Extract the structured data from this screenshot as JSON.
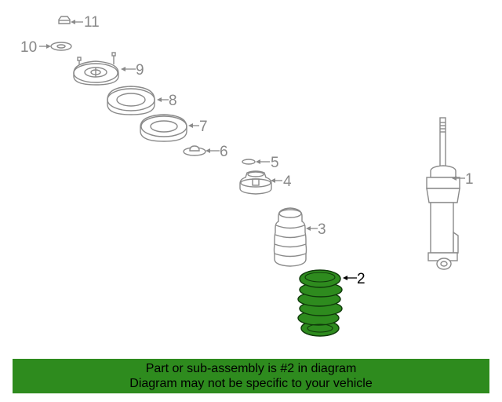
{
  "diagram": {
    "callouts": [
      {
        "id": "1",
        "label": "1"
      },
      {
        "id": "2",
        "label": "2"
      },
      {
        "id": "3",
        "label": "3"
      },
      {
        "id": "4",
        "label": "4"
      },
      {
        "id": "5",
        "label": "5"
      },
      {
        "id": "6",
        "label": "6"
      },
      {
        "id": "7",
        "label": "7"
      },
      {
        "id": "8",
        "label": "8"
      },
      {
        "id": "9",
        "label": "9"
      },
      {
        "id": "10",
        "label": "10"
      },
      {
        "id": "11",
        "label": "11"
      }
    ],
    "highlighted_part": "2",
    "highlight_color": "#2e8b1e",
    "part_color": "#8a8a8a"
  },
  "banner": {
    "line1": "Part or sub-assembly is #2 in diagram",
    "line2": "Diagram may not be specific to your vehicle",
    "background": "#2e8b1e"
  }
}
